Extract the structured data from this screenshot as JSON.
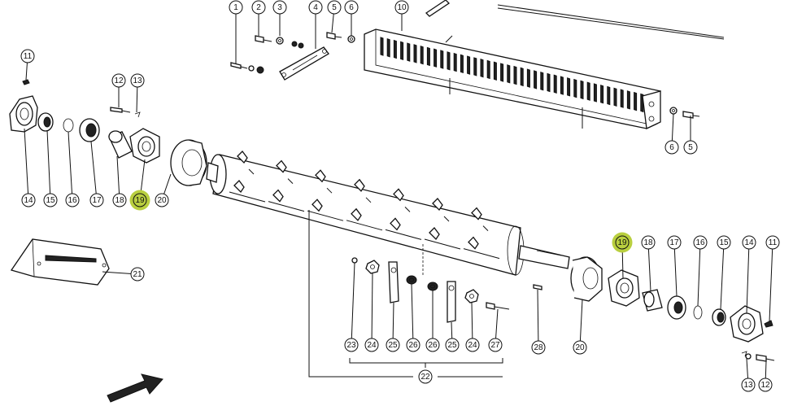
{
  "diagram": {
    "highlight_color": "#b9cf3f",
    "part_labels": [
      {
        "id": "p1",
        "text": "1"
      },
      {
        "id": "p2",
        "text": "2"
      },
      {
        "id": "p3",
        "text": "3"
      },
      {
        "id": "p4",
        "text": "4"
      },
      {
        "id": "p5a",
        "text": "5"
      },
      {
        "id": "p6a",
        "text": "6"
      },
      {
        "id": "p10",
        "text": "10"
      },
      {
        "id": "p6b",
        "text": "6"
      },
      {
        "id": "p5b",
        "text": "5"
      },
      {
        "id": "p11a",
        "text": "11"
      },
      {
        "id": "p12a",
        "text": "12"
      },
      {
        "id": "p13a",
        "text": "13"
      },
      {
        "id": "p14a",
        "text": "14"
      },
      {
        "id": "p15a",
        "text": "15"
      },
      {
        "id": "p16a",
        "text": "16"
      },
      {
        "id": "p17a",
        "text": "17"
      },
      {
        "id": "p18a",
        "text": "18"
      },
      {
        "id": "p19a",
        "text": "19",
        "highlight": true
      },
      {
        "id": "p20a",
        "text": "20"
      },
      {
        "id": "p21",
        "text": "21"
      },
      {
        "id": "p19b",
        "text": "19",
        "highlight": true
      },
      {
        "id": "p18b",
        "text": "18"
      },
      {
        "id": "p17b",
        "text": "17"
      },
      {
        "id": "p16b",
        "text": "16"
      },
      {
        "id": "p15b",
        "text": "15"
      },
      {
        "id": "p14b",
        "text": "14"
      },
      {
        "id": "p11b",
        "text": "11"
      },
      {
        "id": "p23",
        "text": "23"
      },
      {
        "id": "p24a",
        "text": "24"
      },
      {
        "id": "p25a",
        "text": "25"
      },
      {
        "id": "p26a",
        "text": "26"
      },
      {
        "id": "p26b",
        "text": "26"
      },
      {
        "id": "p25b",
        "text": "25"
      },
      {
        "id": "p24b",
        "text": "24"
      },
      {
        "id": "p27",
        "text": "27"
      },
      {
        "id": "p28",
        "text": "28"
      },
      {
        "id": "p20b",
        "text": "20"
      },
      {
        "id": "p22",
        "text": "22"
      },
      {
        "id": "p13b",
        "text": "13"
      },
      {
        "id": "p12b",
        "text": "12"
      }
    ]
  }
}
